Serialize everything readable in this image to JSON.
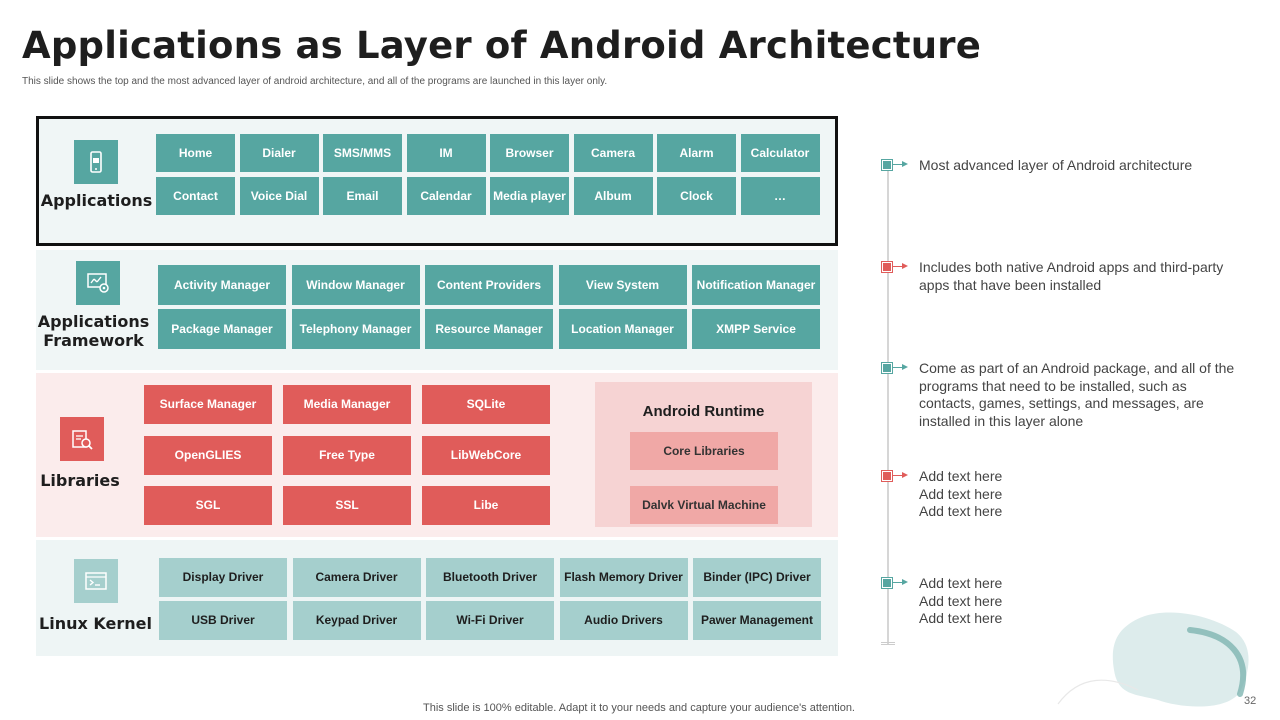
{
  "header": {
    "title": "Applications as Layer of Android Architecture",
    "subtitle": "This slide shows the top and the most advanced layer of android architecture, and all of the programs are launched in this layer only."
  },
  "layers": {
    "applications": {
      "label": "Applications",
      "icon": "mobile-app-icon",
      "row1": [
        "Home",
        "Dialer",
        "SMS/MMS",
        "IM",
        "Browser",
        "Camera",
        "Alarm",
        "Calculator"
      ],
      "row2": [
        "Contact",
        "Voice Dial",
        "Email",
        "Calendar",
        "Media player",
        "Album",
        "Clock",
        "…"
      ]
    },
    "framework": {
      "label": "Applications Framework",
      "icon": "framework-settings-icon",
      "row1": [
        "Activity Manager",
        "Window Manager",
        "Content Providers",
        "View System",
        "Notification Manager"
      ],
      "row2": [
        "Package Manager",
        "Telephony Manager",
        "Resource Manager",
        "Location Manager",
        "XMPP Service"
      ]
    },
    "libraries": {
      "label": "Libraries",
      "icon": "library-search-icon",
      "row1": [
        "Surface Manager",
        "Media Manager",
        "SQLite"
      ],
      "row2": [
        "OpenGLIES",
        "Free Type",
        "LibWebCore"
      ],
      "row3": [
        "SGL",
        "SSL",
        "Libe"
      ],
      "runtime": {
        "title": "Android Runtime",
        "items": [
          "Core Libraries",
          "Dalvk Virtual Machine"
        ]
      }
    },
    "kernel": {
      "label": "Linux Kernel",
      "icon": "terminal-icon",
      "row1": [
        "Display Driver",
        "Camera Driver",
        "Bluetooth Driver",
        "Flash Memory Driver",
        "Binder (IPC) Driver"
      ],
      "row2": [
        "USB Driver",
        "Keypad Driver",
        "Wi-Fi Driver",
        "Audio Drivers",
        "Pawer Management"
      ]
    }
  },
  "timeline": [
    {
      "color": "#56a6a1",
      "text": "Most advanced layer of Android architecture"
    },
    {
      "color": "#e05c5a",
      "text": "Includes both native Android apps and third-party apps that have been installed"
    },
    {
      "color": "#56a6a1",
      "text": "Come as part of an Android package, and all of the programs that need to be installed, such as contacts, games, settings, and messages, are installed in this layer alone"
    },
    {
      "color": "#e05c5a",
      "text": "Add text here\nAdd text here\nAdd text here"
    },
    {
      "color": "#56a6a1",
      "text": "Add text here\nAdd text here\nAdd text here"
    }
  ],
  "colors": {
    "teal": "#56a6a1",
    "red": "#e05c5a",
    "light_teal": "#a5cfcd",
    "pink": "#f0a8a6"
  },
  "footer": {
    "note": "This slide is 100% editable. Adapt it to your needs and capture your audience's attention.",
    "page_number": "32"
  }
}
